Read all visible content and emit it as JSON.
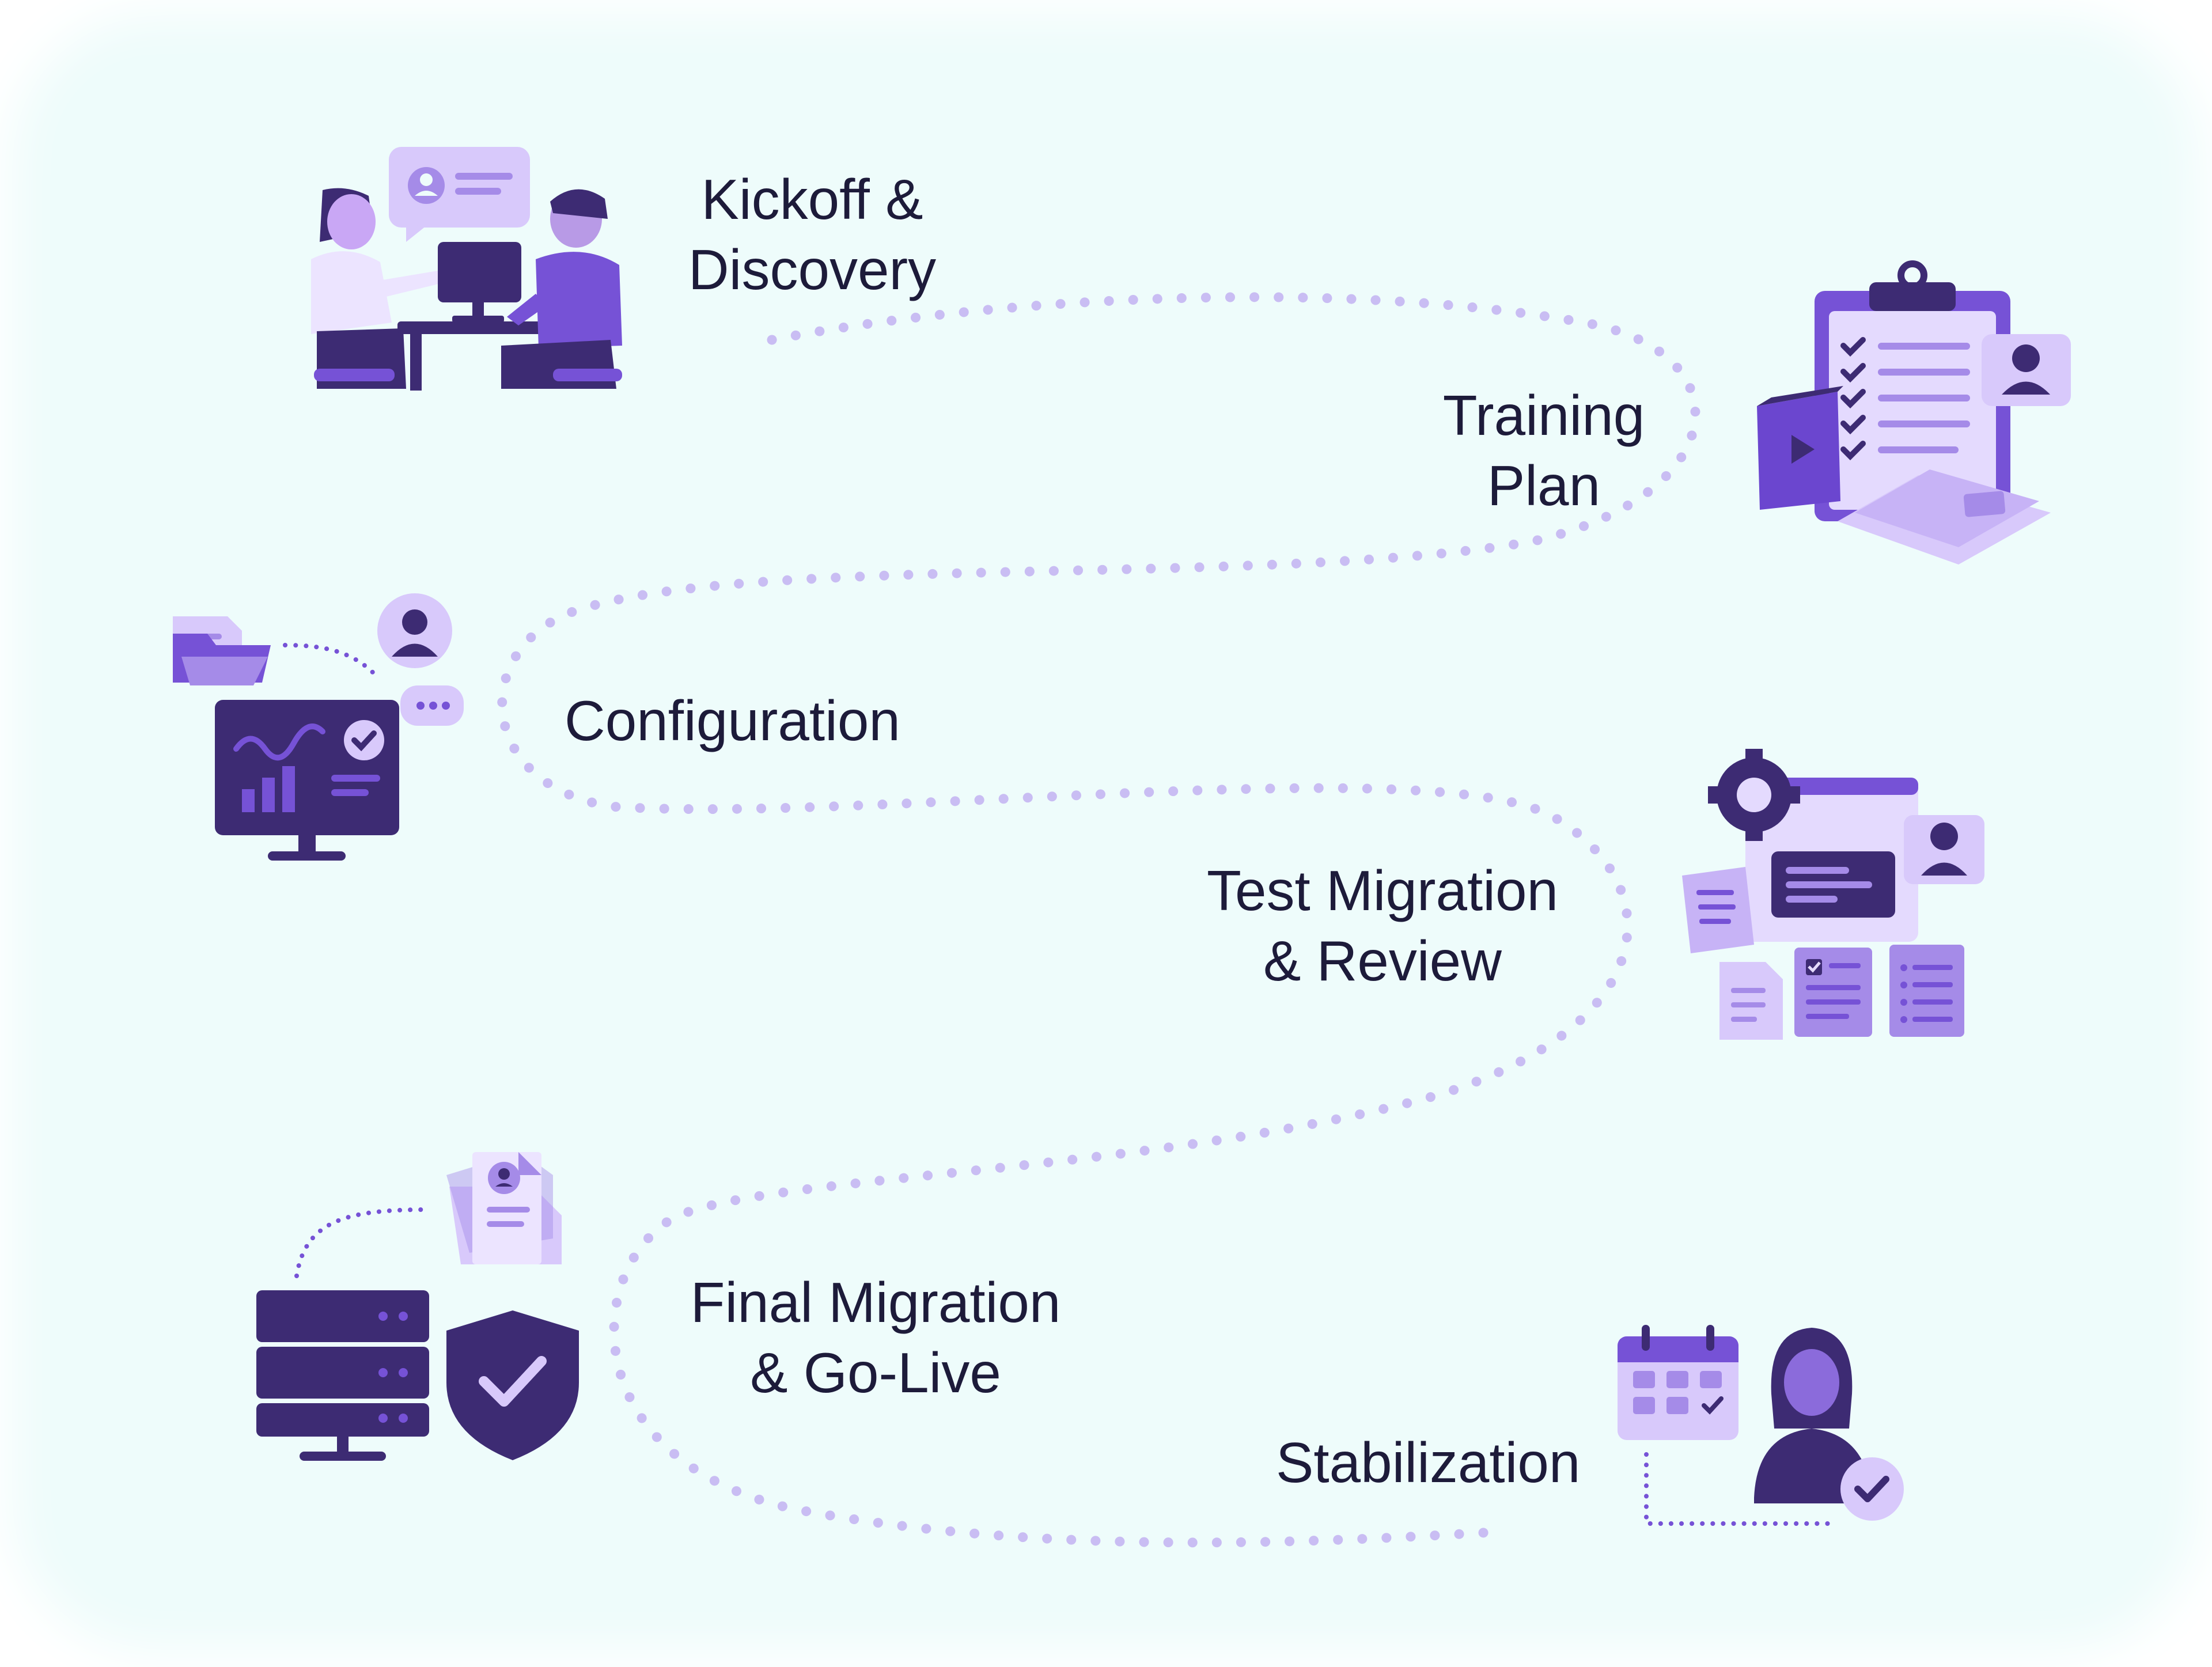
{
  "steps": [
    {
      "id": "kickoff",
      "line1": "Kickoff &",
      "line2": "Discovery",
      "icon": "meeting-icon"
    },
    {
      "id": "training",
      "line1": "Training",
      "line2": "Plan",
      "icon": "clipboard-icon"
    },
    {
      "id": "configuration",
      "line1": "Configuration",
      "line2": "",
      "icon": "dashboard-monitor-icon"
    },
    {
      "id": "test-migration",
      "line1": "Test Migration",
      "line2": "& Review",
      "icon": "settings-window-icon"
    },
    {
      "id": "final-migration",
      "line1": "Final Migration",
      "line2": "& Go-Live",
      "icon": "server-shield-icon"
    },
    {
      "id": "stabilization",
      "line1": "Stabilization",
      "line2": "",
      "icon": "user-check-icon"
    }
  ],
  "colors": {
    "background": "#eefcfb",
    "text": "#1d1b3a",
    "dark_purple": "#3d2b73",
    "purple": "#7652d6",
    "light_purple": "#d8c9fb",
    "dots": "#c9bdf3"
  }
}
